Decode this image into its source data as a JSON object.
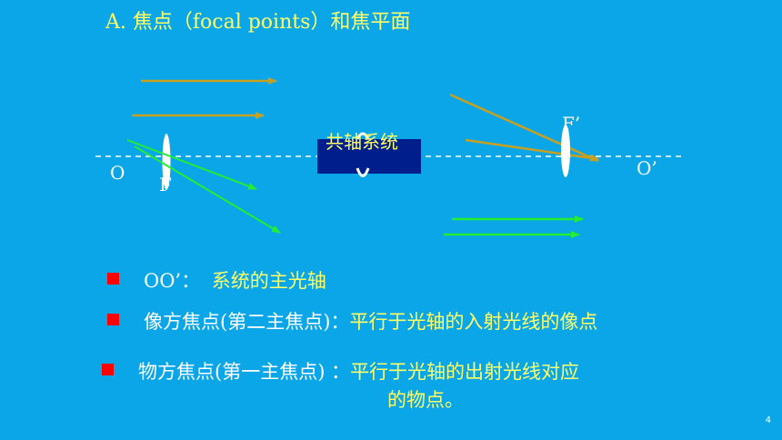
{
  "title": "A. 焦点（focal points）和焦平面",
  "diagram": {
    "left_point": "O",
    "right_point": "O’",
    "front_focus": "F",
    "back_focus": "F’",
    "system_label": "共轴系统"
  },
  "bullets": [
    {
      "term": "OO’：",
      "definition": "系统的主光轴"
    },
    {
      "term": "像方焦点(第二主焦点)：",
      "definition": "平行于光轴的入射光线的像点"
    },
    {
      "term": "物方焦点(第一主焦点) ：",
      "definition": "平行于光轴的出射光线对应",
      "definition_cont": "的物点。"
    }
  ],
  "page_number": "4",
  "colors": {
    "background": "#0BA6E8",
    "title": "#FFFF66",
    "term": "#FFFFFF",
    "bullet": "#FF0000",
    "box": "#001F8C",
    "ray_gold": "#C8A020",
    "ray_green": "#22EE33"
  }
}
